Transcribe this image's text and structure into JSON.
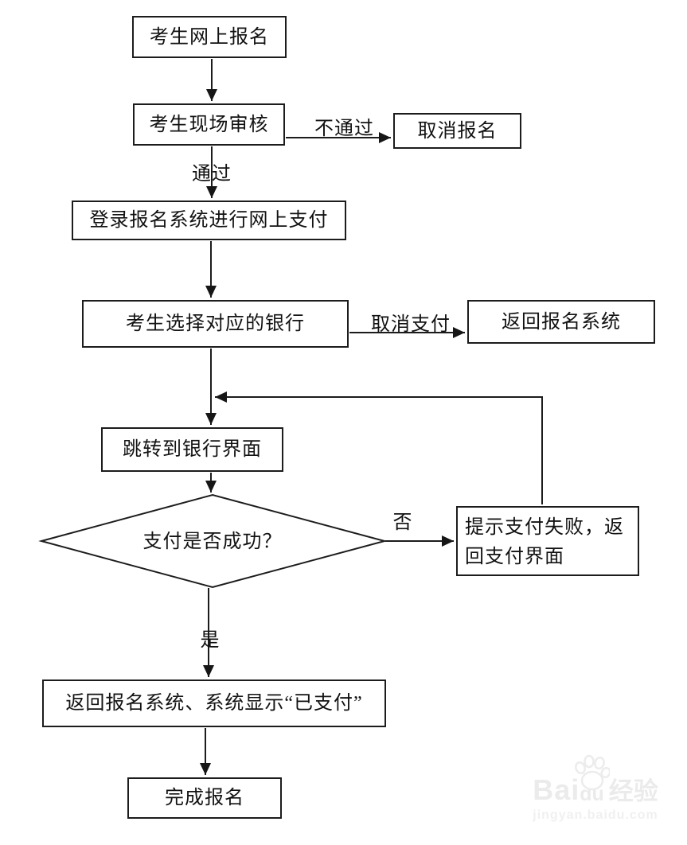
{
  "page": {
    "background": "#ffffff",
    "line_color": "#1c1c1c"
  },
  "flowchart": {
    "nodes": {
      "online_register": {
        "label": "考生网上报名"
      },
      "onsite_review": {
        "label": "考生现场审核"
      },
      "cancel_register": {
        "label": "取消报名"
      },
      "login_payment": {
        "label": "登录报名系统进行网上支付"
      },
      "select_bank": {
        "label": "考生选择对应的银行"
      },
      "return_system": {
        "label": "返回报名系统"
      },
      "bank_page": {
        "label": "跳转到银行界面"
      },
      "payment_check": {
        "label": "支付是否成功？"
      },
      "payment_failed": {
        "label": "提示支付失败，返回支付界面"
      },
      "return_paid": {
        "label": "返回报名系统、系统显示“已支付”"
      },
      "complete": {
        "label": "完成报名"
      }
    },
    "edge_labels": {
      "not_passed": "不通过",
      "passed": "通过",
      "cancel_payment": "取消支付",
      "no": "否",
      "yes": "是"
    }
  },
  "watermark": {
    "brand_left": "Bai",
    "brand_right": "du",
    "brand_cn": "经验",
    "url": "jingyan.baidu.com"
  }
}
